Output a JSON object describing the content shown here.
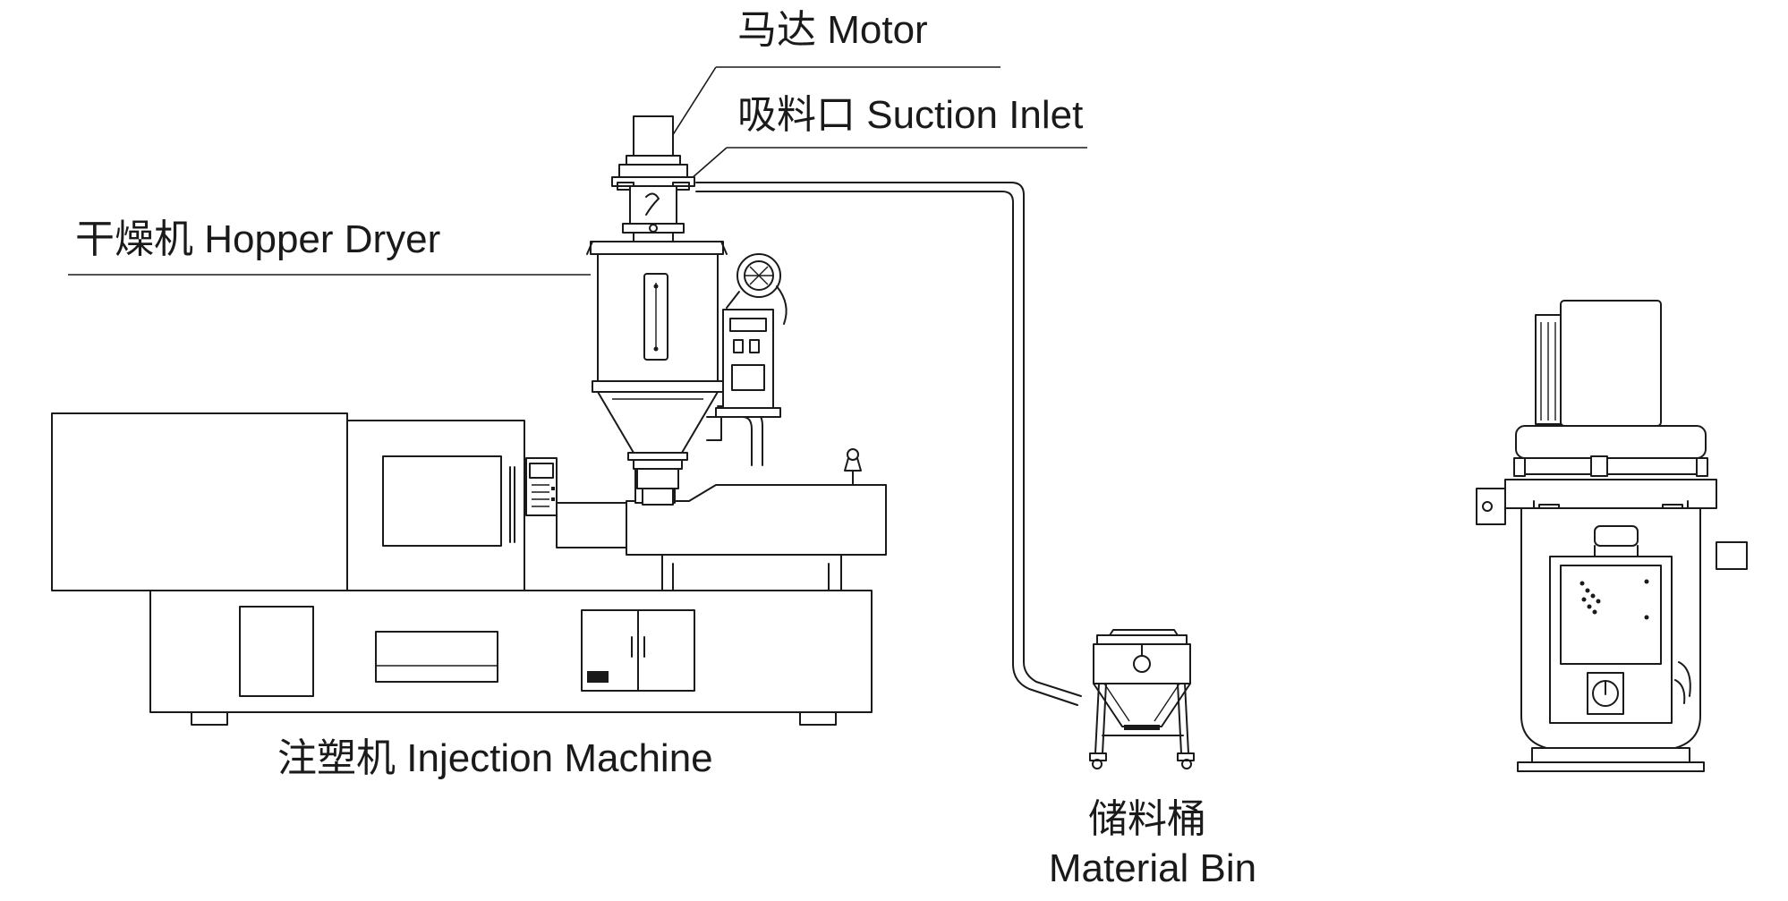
{
  "labels": {
    "motor": "马达 Motor",
    "suction_inlet": "吸料口 Suction Inlet",
    "hopper_dryer": "干燥机 Hopper Dryer",
    "injection_machine": "注塑机 Injection Machine",
    "material_bin_cn": "储料桶",
    "material_bin_en": "Material Bin"
  },
  "colors": {
    "line": "#1a1a1a",
    "background": "#ffffff"
  }
}
